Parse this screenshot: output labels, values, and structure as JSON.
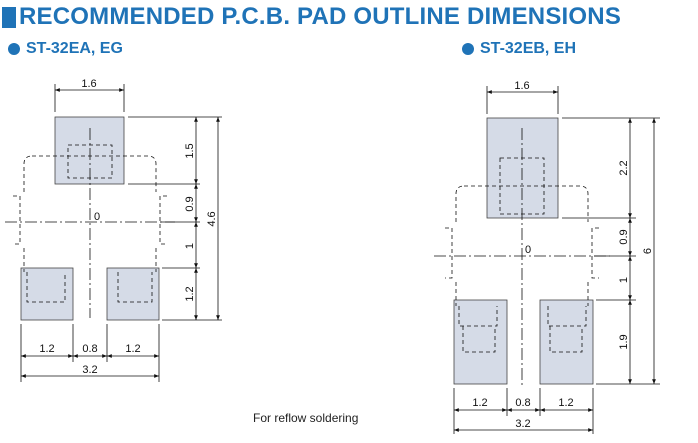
{
  "header": {
    "title": "RECOMMENDED P.C.B. PAD OUTLINE DIMENSIONS"
  },
  "left": {
    "subtitle": "ST-32EA, EG",
    "dims": {
      "top_width": "1.6",
      "d_15": "1.5",
      "d_09": "0.9",
      "d_1": "1",
      "d_12v": "1.2",
      "d_46": "4.6",
      "origin": "0",
      "pad_l": "1.2",
      "gap": "0.8",
      "pad_r": "1.2",
      "total": "3.2"
    }
  },
  "right": {
    "subtitle": "ST-32EB, EH",
    "dims": {
      "top_width": "1.6",
      "d_22": "2.2",
      "d_09": "0.9",
      "d_1": "1",
      "d_19": "1.9",
      "d_6": "6",
      "origin": "0",
      "pad_l": "1.2",
      "gap": "0.8",
      "pad_r": "1.2",
      "total": "3.2"
    }
  },
  "note": "For reflow soldering",
  "colors": {
    "accent": "#1f73b7",
    "pad": "#d5dbe7"
  }
}
